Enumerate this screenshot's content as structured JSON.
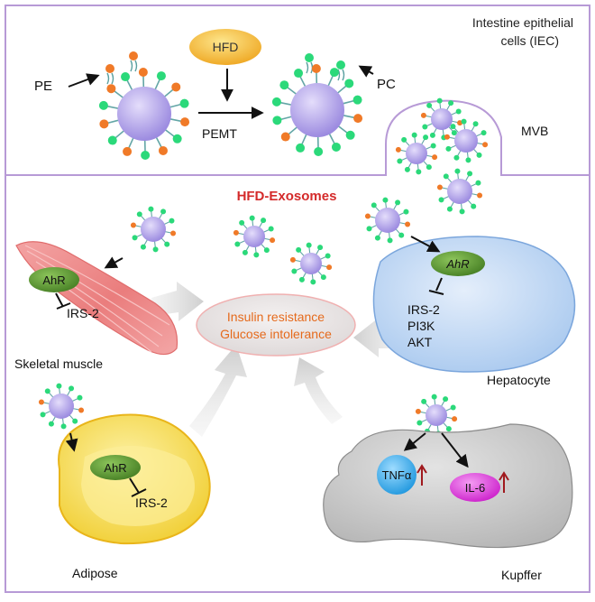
{
  "top_panel": {
    "iec_label_line1": "Intestine epithelial",
    "iec_label_line2": "cells (IEC)",
    "pe_label": "PE",
    "pc_label": "PC",
    "hfd_label": "HFD",
    "pemt_label": "PEMT",
    "mvb_label": "MVB"
  },
  "bottom_panel": {
    "exosomes_title": "HFD-Exosomes",
    "center_line1": "Insulin resistance",
    "center_line2": "Glucose intolerance",
    "muscle": {
      "ahr": "AhR",
      "irs2": "IRS-2",
      "label": "Skeletal muscle"
    },
    "hepatocyte": {
      "ahr": "AhR",
      "irs2": "IRS-2",
      "pi3k": "PI3K",
      "akt": "AKT",
      "label": "Hepatocyte"
    },
    "adipose": {
      "ahr": "AhR",
      "irs2": "IRS-2",
      "label": "Adipose"
    },
    "kupffer": {
      "tnf": "TNFα",
      "il6": "IL-6",
      "label": "Kupffer"
    }
  },
  "colors": {
    "frame": "#b79ad6",
    "exosome_body": "#b3a6ec",
    "pe_head": "#f07a28",
    "pc_head": "#2bd97a",
    "hfd_fill": "#f6c23c",
    "ahr_fill": "#5c9e32",
    "muscle_fill": "#f08a8a",
    "hepatocyte_fill": "#b7d3f2",
    "adipose_fill": "#f7e15d",
    "kupffer_fill": "#c9c9c9",
    "tnf_fill": "#3eb1f0",
    "il6_fill": "#e23be0",
    "title_red": "#d42a2a",
    "center_text": "#e56a1c"
  },
  "icons": [
    "exosome-icon",
    "pe-lipid-icon",
    "pc-lipid-icon",
    "inhibition-icon",
    "up-arrow-icon"
  ]
}
